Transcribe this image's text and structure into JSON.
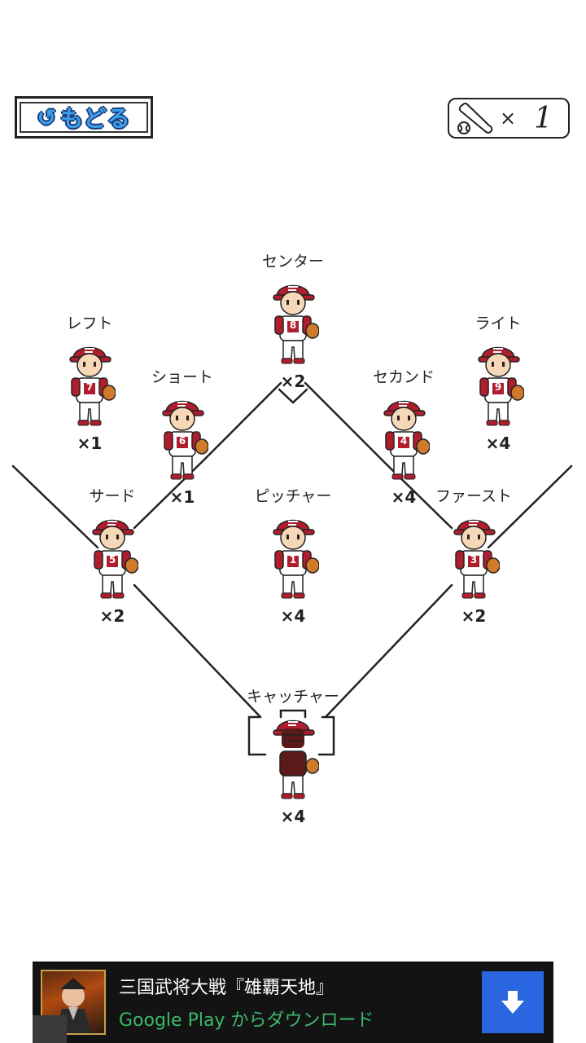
{
  "header": {
    "back_label": "もどる",
    "bat_count_x": "×",
    "bat_count_value": "1"
  },
  "positions": [
    {
      "id": "center",
      "label": "センター",
      "number": "8",
      "mult": "×2"
    },
    {
      "id": "left",
      "label": "レフト",
      "number": "7",
      "mult": "×1"
    },
    {
      "id": "right",
      "label": "ライト",
      "number": "9",
      "mult": "×4"
    },
    {
      "id": "short",
      "label": "ショート",
      "number": "6",
      "mult": "×1"
    },
    {
      "id": "second",
      "label": "セカンド",
      "number": "4",
      "mult": "×4"
    },
    {
      "id": "third",
      "label": "サード",
      "number": "5",
      "mult": "×2"
    },
    {
      "id": "pitcher",
      "label": "ピッチャー",
      "number": "1",
      "mult": "×4"
    },
    {
      "id": "first",
      "label": "ファースト",
      "number": "3",
      "mult": "×2"
    },
    {
      "id": "catcher",
      "label": "キャッチャー",
      "number": "",
      "mult": "×4"
    }
  ],
  "ad": {
    "title": "三国武将大戦『雄覇天地』",
    "subtitle": "Google Play からダウンロード"
  },
  "colors": {
    "uniform_red": "#b01e2e",
    "ad_background": "#131313",
    "ad_subtitle_green": "#3cb86a",
    "download_blue": "#2a66e0",
    "back_text_blue": "#3aa0e8"
  }
}
